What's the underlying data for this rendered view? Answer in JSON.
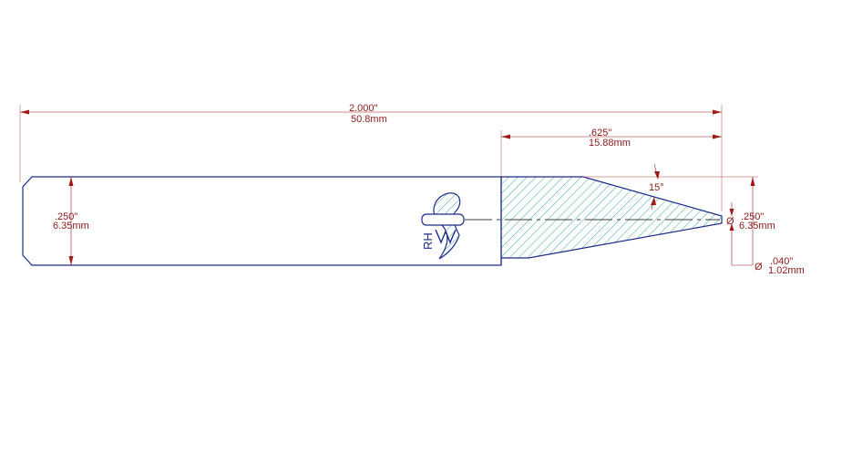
{
  "dimensions": {
    "overall_length": {
      "inch": "2.000\"",
      "mm": "50.8mm"
    },
    "taper_length": {
      "inch": ".625\"",
      "mm": "15.88mm"
    },
    "shank_diameter": {
      "inch": ".250\"",
      "mm": "6.35mm"
    },
    "body_diameter": {
      "symbol": "Ø",
      "inch": ".250\"",
      "mm": "6.35mm"
    },
    "tip_diameter": {
      "symbol": "Ø",
      "inch": ".040\"",
      "mm": "1.02mm"
    },
    "taper_angle": "15°"
  },
  "logo": {
    "text": "RH"
  },
  "colors": {
    "outline": "#1d2b8a",
    "dimension": "#8a1a1a",
    "hatch": "#3aa8a0"
  }
}
